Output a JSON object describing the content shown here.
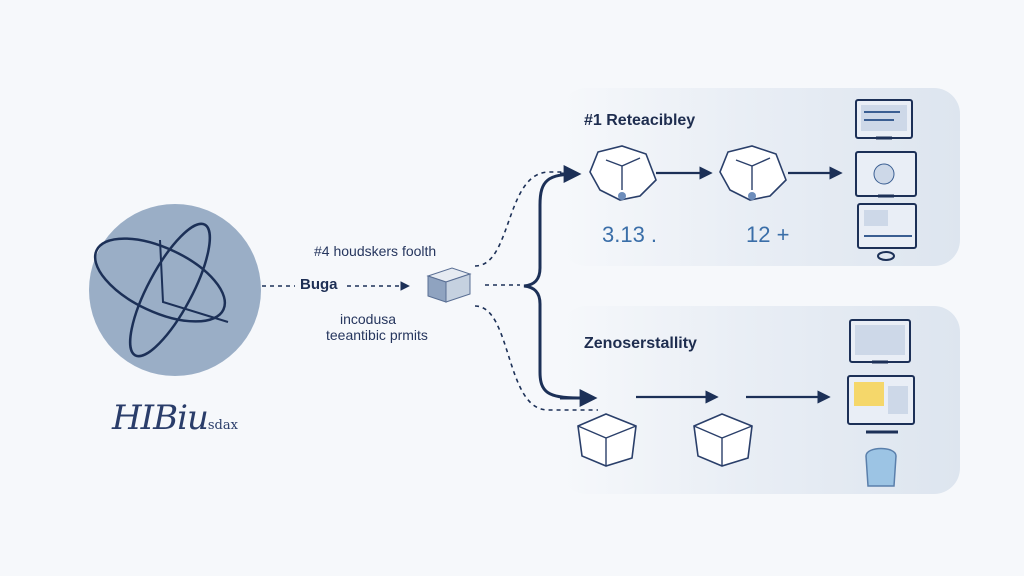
{
  "logo": {
    "text_main": "HIBiu",
    "text_small": "sdax"
  },
  "source": {
    "label": "Buga"
  },
  "annotations": {
    "upper": "#4 houdskers foolth",
    "lower_line1": "incodusa",
    "lower_line2": "teeantibic prmits"
  },
  "top_branch": {
    "title": "#1 Reteacibley",
    "value_1": "3.13 .",
    "value_2": "12 +"
  },
  "bottom_branch": {
    "title": "Zenoserstallity"
  },
  "colors": {
    "ink": "#1c3057",
    "accent": "#3a6ea8",
    "circle_fill": "#9aaec6"
  }
}
